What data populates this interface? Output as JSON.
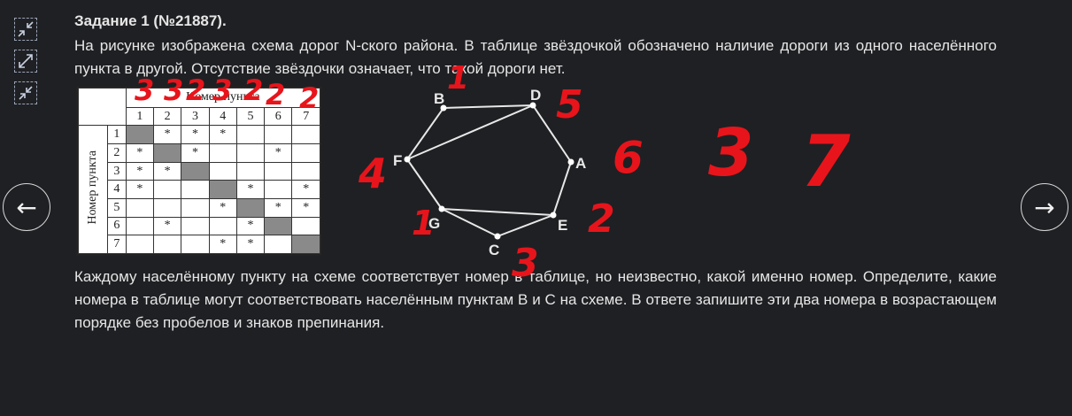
{
  "toolbar": {
    "buttons": [
      {
        "name": "collapse-icon"
      },
      {
        "name": "expand-icon"
      },
      {
        "name": "shrink-icon"
      }
    ]
  },
  "navigation": {
    "prev_label": "←",
    "next_label": "→"
  },
  "task": {
    "title": "Задание 1 (№21887).",
    "intro": "На рисунке изображена схема дорог N-ского района. В таблице звёздочкой обозначено наличие дороги из одного населённого пункта в другой. Отсутствие звёздочки означает, что такой дороги нет.",
    "question": "Каждому населённому пункту на схеме соответствует номер в таблице, но неизвестно, какой именно номер. Определите, какие номера в таблице могут соответствовать населённым пунктам B и C на схеме. В ответе запишите эти два номера в возрастающем порядке без пробелов и знаков препинания."
  },
  "table": {
    "header_top": "Номер пункта",
    "header_side": "Номер пункта",
    "columns": [
      "1",
      "2",
      "3",
      "4",
      "5",
      "6",
      "7"
    ],
    "rows": [
      {
        "label": "1",
        "cells": [
          "#",
          "*",
          "*",
          "*",
          "",
          "",
          ""
        ]
      },
      {
        "label": "2",
        "cells": [
          "*",
          "#",
          "*",
          "",
          "",
          "*",
          ""
        ]
      },
      {
        "label": "3",
        "cells": [
          "*",
          "*",
          "#",
          "",
          "",
          "",
          ""
        ]
      },
      {
        "label": "4",
        "cells": [
          "*",
          "",
          "",
          "#",
          "*",
          "",
          "*"
        ]
      },
      {
        "label": "5",
        "cells": [
          "",
          "",
          "",
          "*",
          "#",
          "*",
          "*"
        ]
      },
      {
        "label": "6",
        "cells": [
          "",
          "*",
          "",
          "",
          "*",
          "#",
          ""
        ]
      },
      {
        "label": "7",
        "cells": [
          "",
          "",
          "",
          "*",
          "*",
          "",
          "#"
        ]
      }
    ]
  },
  "graph": {
    "nodes": [
      "B",
      "D",
      "A",
      "E",
      "C",
      "G",
      "F"
    ]
  },
  "annotations": {
    "column_marks": [
      "3",
      "3",
      "2",
      "3",
      "2",
      "2",
      "2"
    ],
    "node_marks": [
      "1",
      "5",
      "6",
      "2",
      "3",
      "1",
      "4"
    ],
    "answer_marks": [
      "3",
      "7"
    ],
    "color": "#e8141b"
  }
}
